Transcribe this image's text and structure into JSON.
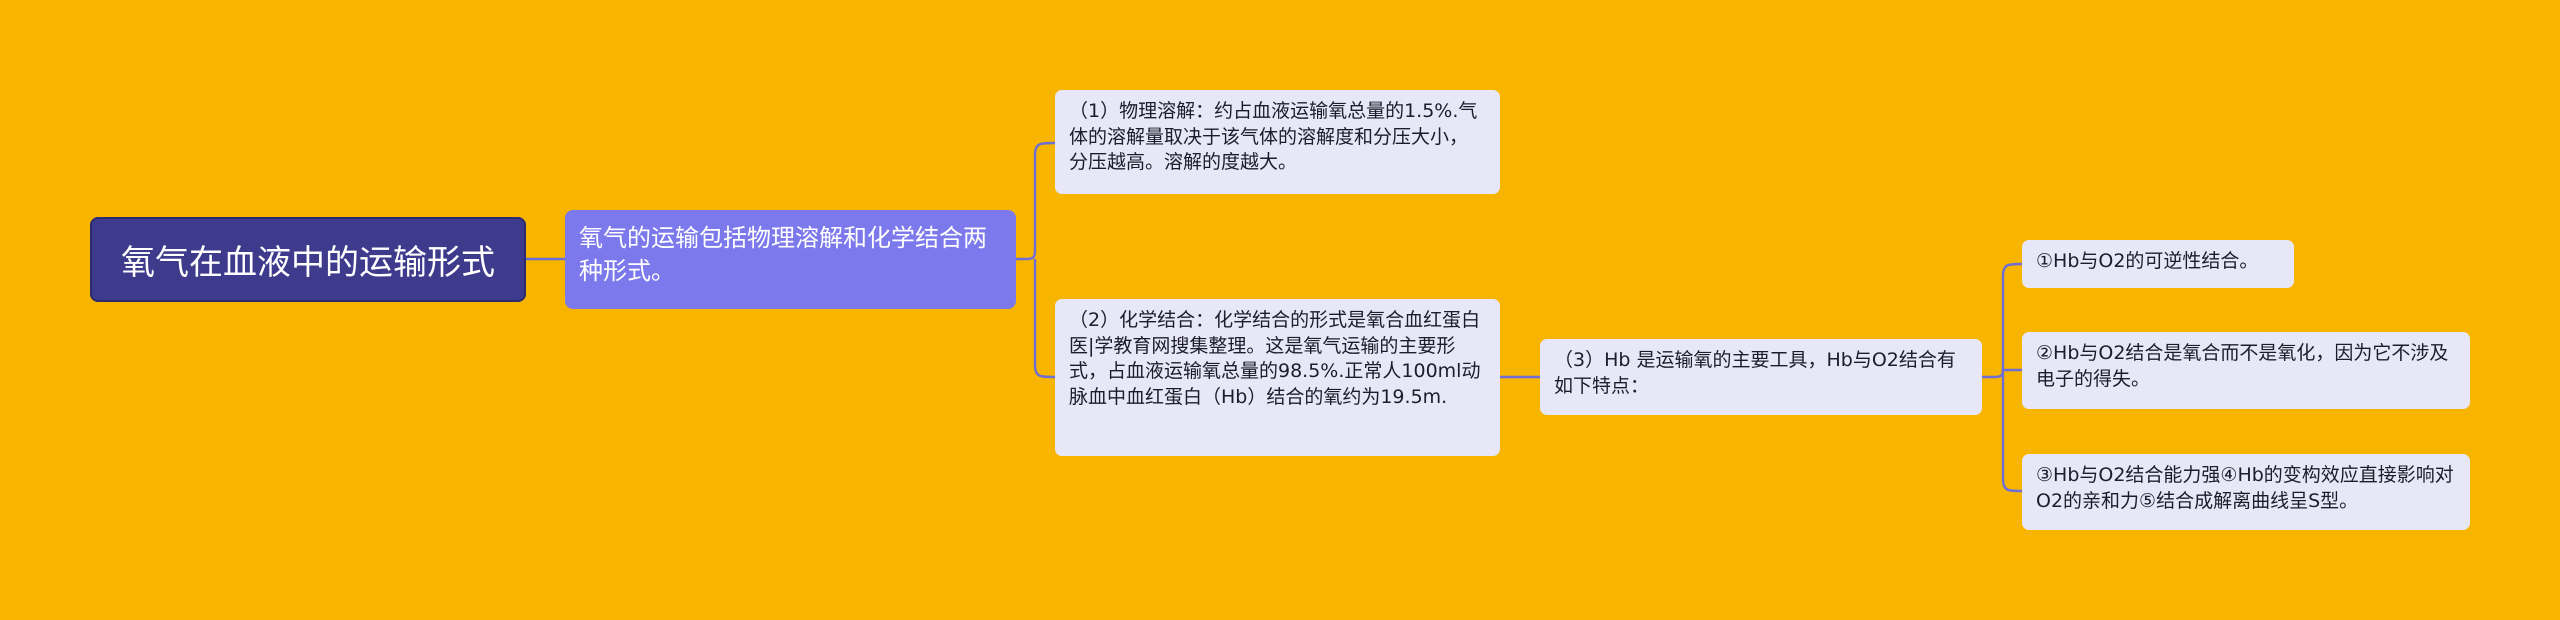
{
  "root": {
    "label": "氧气在血液中的运输形式"
  },
  "main_topic": {
    "label": "氧气的运输包括物理溶解和化学结合两种形式。"
  },
  "physical": {
    "text": "（1）物理溶解：约占血液运输氧总量的1.5%.气体的溶解量取决于该气体的溶解度和分压大小，分压越高。溶解的度越大。"
  },
  "chemical": {
    "text": "（2）化学结合：化学结合的形式是氧合血红蛋白医|学教育网搜集整理。这是氧气运输的主要形式，占血液运输氧总量的98.5%.正常人100ml动脉血中血红蛋白（Hb）结合的氧约为19.5m."
  },
  "hb_tool": {
    "text": "（3）Hb 是运输氧的主要工具，Hb与O2结合有如下特点："
  },
  "features": [
    "①Hb与O2的可逆性结合。",
    "②Hb与O2结合是氧合而不是氧化，因为它不涉及电子的得失。",
    "③Hb与O2结合能力强④Hb的变构效应直接影响对O2的亲和力⑤结合成解离曲线呈S型。"
  ],
  "colors": {
    "background": "#f7b500",
    "root_fill": "#3e3a8c",
    "main_fill": "#7b79ec",
    "leaf_fill": "#e8e7f7",
    "connector": "#6e6fd6"
  }
}
